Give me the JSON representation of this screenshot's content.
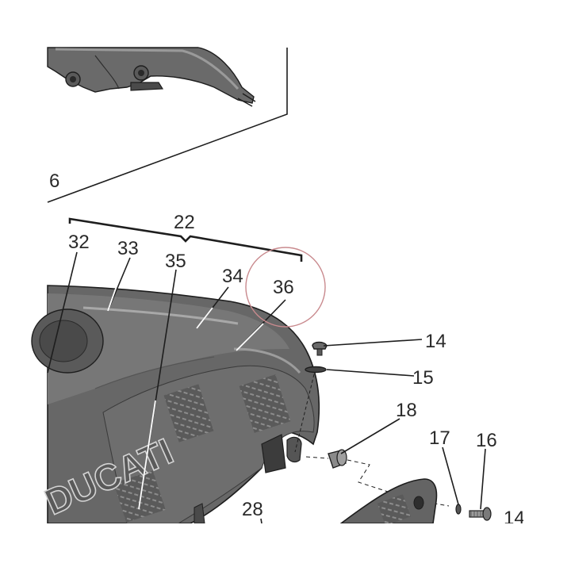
{
  "diagram": {
    "inset_label": "6",
    "group_label": "22",
    "brand_text": "DUCATI",
    "callouts": [
      {
        "id": "32",
        "text": "32"
      },
      {
        "id": "33",
        "text": "33"
      },
      {
        "id": "35",
        "text": "35"
      },
      {
        "id": "34",
        "text": "34"
      },
      {
        "id": "36",
        "text": "36"
      },
      {
        "id": "14a",
        "text": "14"
      },
      {
        "id": "15",
        "text": "15"
      },
      {
        "id": "18",
        "text": "18"
      },
      {
        "id": "17",
        "text": "17"
      },
      {
        "id": "16",
        "text": "16"
      },
      {
        "id": "28",
        "text": "28"
      },
      {
        "id": "14b",
        "text": "14"
      }
    ],
    "colors": {
      "tank_dark": "#5c5c5c",
      "tank_mid": "#707070",
      "tank_light": "#8a8a8a",
      "line": "#1e1e1e",
      "highlight_circle": "#c98a8e"
    }
  }
}
